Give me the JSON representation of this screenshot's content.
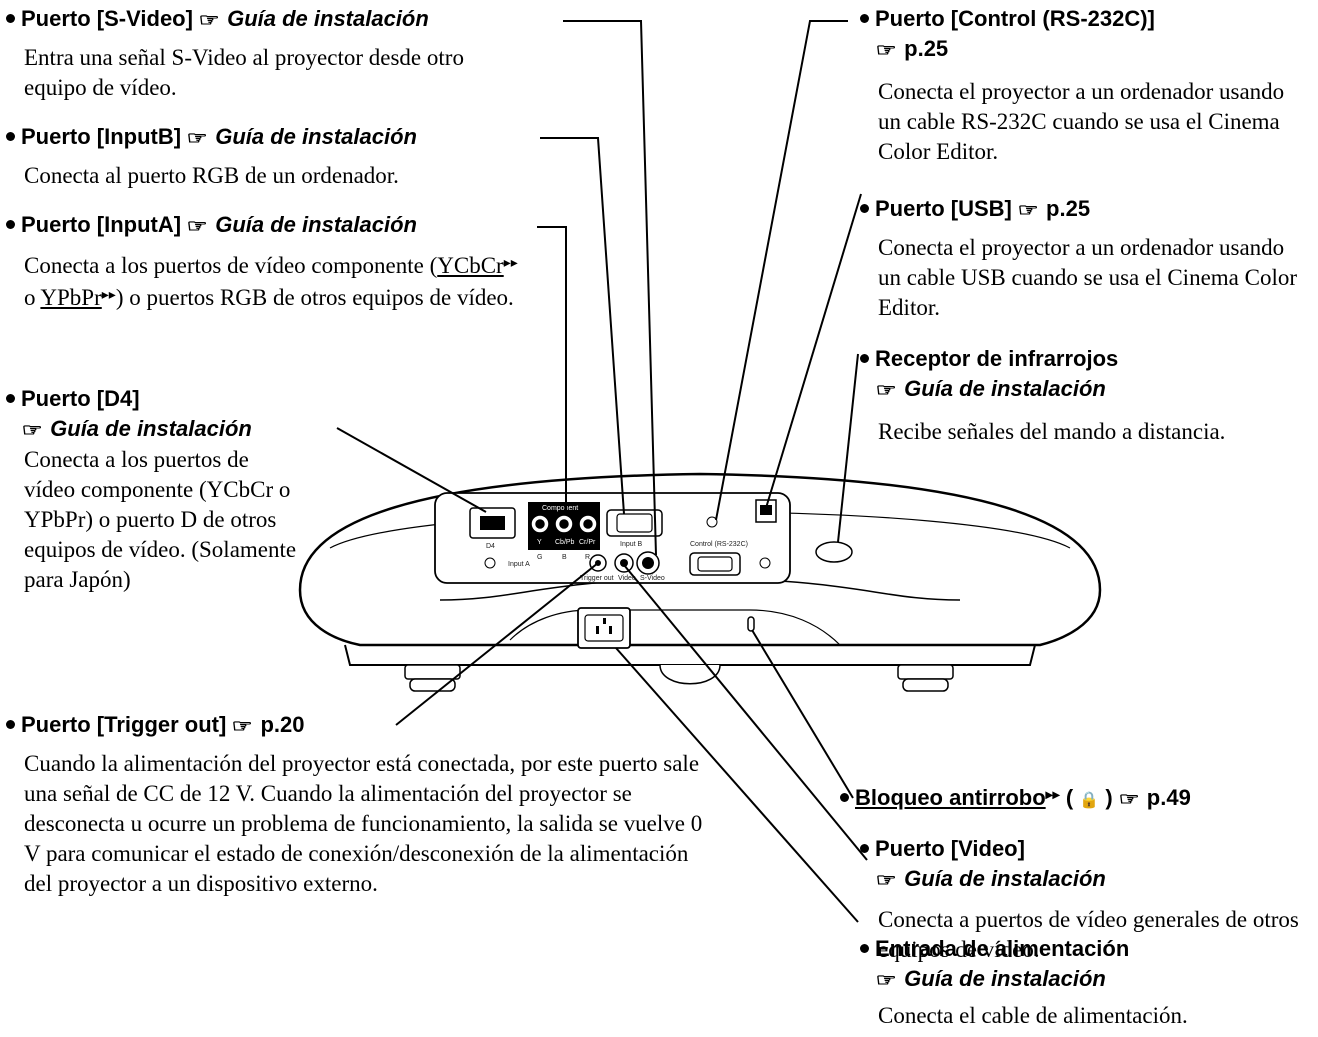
{
  "ref_symbol": "☞",
  "arrows": "▸▸",
  "items": {
    "svideo": {
      "title": "Puerto [S-Video]",
      "ref": "Guía de instalación",
      "desc": "Entra una señal S-Video al proyector desde otro equipo de vídeo."
    },
    "inputb": {
      "title": "Puerto [InputB]",
      "ref": "Guía de instalación",
      "desc": "Conecta al puerto RGB de un ordenador."
    },
    "inputa": {
      "title": "Puerto [InputA]",
      "ref": "Guía de instalación",
      "desc_a": "Conecta a los puertos de vídeo componente (",
      "link1": "YCbCr",
      "desc_b": " o ",
      "link2": "YPbPr",
      "desc_c": ") o puertos RGB de otros equipos de vídeo."
    },
    "d4": {
      "title": "Puerto [D4]",
      "ref": "Guía de instalación",
      "desc": "Conecta a los puertos de vídeo componente (YCbCr o YPbPr) o puerto D de otros equipos de vídeo. (Solamente para Japón)"
    },
    "control": {
      "title": "Puerto [Control (RS-232C)]",
      "ref": "p.25",
      "desc": "Conecta el proyector a un ordenador usando un cable RS-232C cuando se usa el Cinema Color Editor."
    },
    "usb": {
      "title": "Puerto [USB]",
      "ref": "p.25",
      "desc": "Conecta el proyector a un ordenador usando un cable USB cuando se usa el Cinema Color Editor."
    },
    "ir": {
      "title": "Receptor de infrarrojos",
      "ref": "Guía de instalación",
      "desc": "Recibe señales del mando a distancia."
    },
    "lock": {
      "title": "Bloqueo antirrobo",
      "paren_open": " ( ",
      "lock_icon": "🔒",
      "paren_close": " )",
      "ref": "p.49"
    },
    "trigger": {
      "title": "Puerto [Trigger out]",
      "ref": "p.20",
      "desc": "Cuando la alimentación del proyector está conectada, por este puerto sale una señal de CC de 12 V. Cuando la alimentación del proyector se desconecta u ocurre un problema de funcionamiento, la salida se vuelve 0 V para comunicar el estado de conexión/desconexión de la alimentación del proyector a un dispositivo externo."
    },
    "video": {
      "title": "Puerto [Video]",
      "ref": "Guía de instalación",
      "desc": "Conecta a puertos de vídeo generales de otros equipos de vídeo."
    },
    "power": {
      "title": "Entrada de alimentación",
      "ref": "Guía de instalación",
      "desc": "Conecta el cable de alimentación."
    }
  },
  "panel_labels": {
    "d4": "D4",
    "component": "Component",
    "y": "Y",
    "g": "G",
    "cbpb": "Cb/Pb",
    "b": "B",
    "crpr": "Cr/Pr",
    "r": "R",
    "inputa": "Input A",
    "inputb": "Input B",
    "trigger": "Trigger out",
    "video": "Video",
    "svideo": "S-Video",
    "control": "Control (RS-232C)"
  }
}
